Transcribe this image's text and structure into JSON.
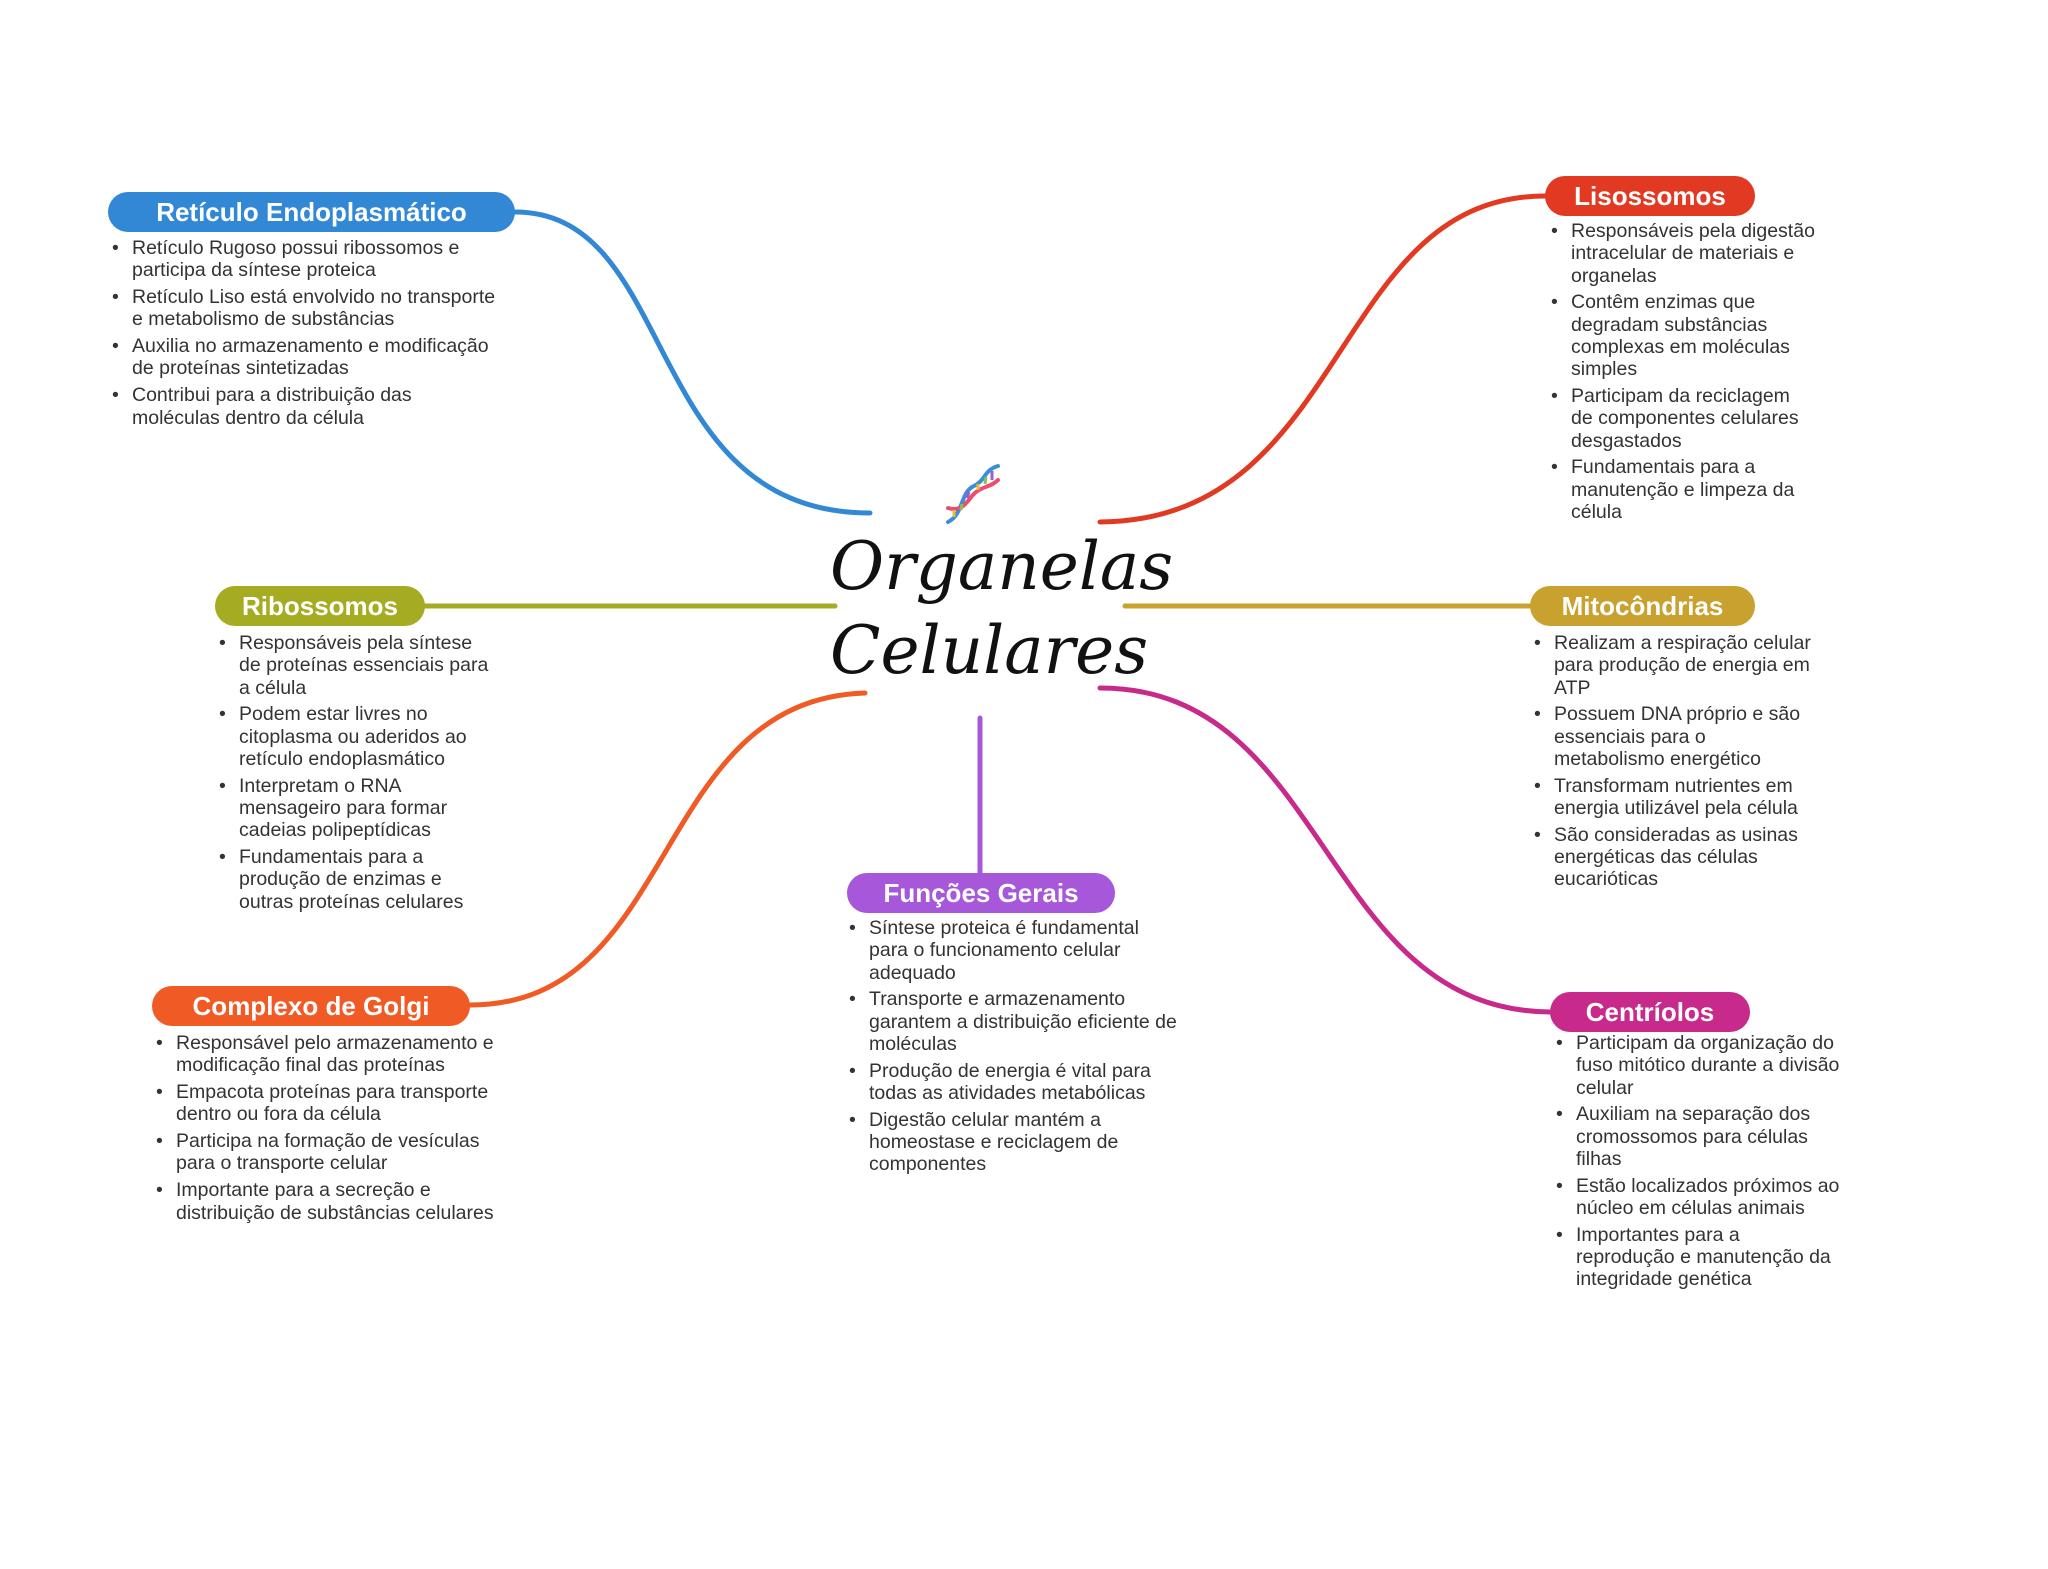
{
  "center": {
    "title_line1": "Organelas",
    "title_line2": "Celulares",
    "icon": "dna-icon"
  },
  "branches": {
    "reticulo": {
      "title": "Retículo Endoplasmático",
      "color": "#3388D6",
      "items": [
        "Retículo Rugoso possui ribossomos e participa da síntese proteica",
        "Retículo Liso está envolvido no transporte e metabolismo de substâncias",
        "Auxilia no armazenamento e modificação de proteínas sintetizadas",
        "Contribui para a distribuição das moléculas dentro da célula"
      ]
    },
    "lisossomos": {
      "title": "Lisossomos",
      "color": "#E23A22",
      "items": [
        "Responsáveis pela digestão intracelular de materiais e organelas",
        "Contêm enzimas que degradam substâncias complexas em moléculas simples",
        "Participam da reciclagem de componentes celulares desgastados",
        "Fundamentais para a manutenção e limpeza da célula"
      ]
    },
    "ribossomos": {
      "title": "Ribossomos",
      "color": "#A6AC22",
      "items": [
        "Responsáveis pela síntese de proteínas essenciais para a célula",
        "Podem estar livres no citoplasma ou aderidos ao retículo endoplasmático",
        "Interpretam o RNA mensageiro para formar cadeias polipeptídicas",
        "Fundamentais para a produção de enzimas e outras proteínas celulares"
      ]
    },
    "mitocondrias": {
      "title": "Mitocôndrias",
      "color": "#C9A12E",
      "items": [
        "Realizam a respiração celular para produção de energia em ATP",
        "Possuem DNA próprio e são essenciais para o metabolismo energético",
        "Transformam nutrientes em energia utilizável pela célula",
        "São consideradas as usinas energéticas das células eucarióticas"
      ]
    },
    "funcoes": {
      "title": "Funções Gerais",
      "color": "#A758DA",
      "items": [
        "Síntese proteica é fundamental para o funcionamento celular adequado",
        "Transporte e armazenamento garantem a distribuição eficiente de moléculas",
        "Produção de energia é vital para todas as atividades metabólicas",
        "Digestão celular mantém a homeostase e reciclagem de componentes"
      ]
    },
    "golgi": {
      "title": "Complexo de Golgi",
      "color": "#F05A24",
      "items": [
        "Responsável pelo armazenamento e modificação final das proteínas",
        "Empacota proteínas para transporte dentro ou fora da célula",
        "Participa na formação de vesículas para o transporte celular",
        "Importante para a secreção e distribuição de substâncias celulares"
      ]
    },
    "centriolos": {
      "title": "Centríolos",
      "color": "#C72A8A",
      "items": [
        "Participam da organização do fuso mitótico durante a divisão celular",
        "Auxiliam na separação dos cromossomos para células filhas",
        "Estão localizados próximos ao núcleo em células animais",
        "Importantes para a reprodução e manutenção da integridade genética"
      ]
    }
  }
}
